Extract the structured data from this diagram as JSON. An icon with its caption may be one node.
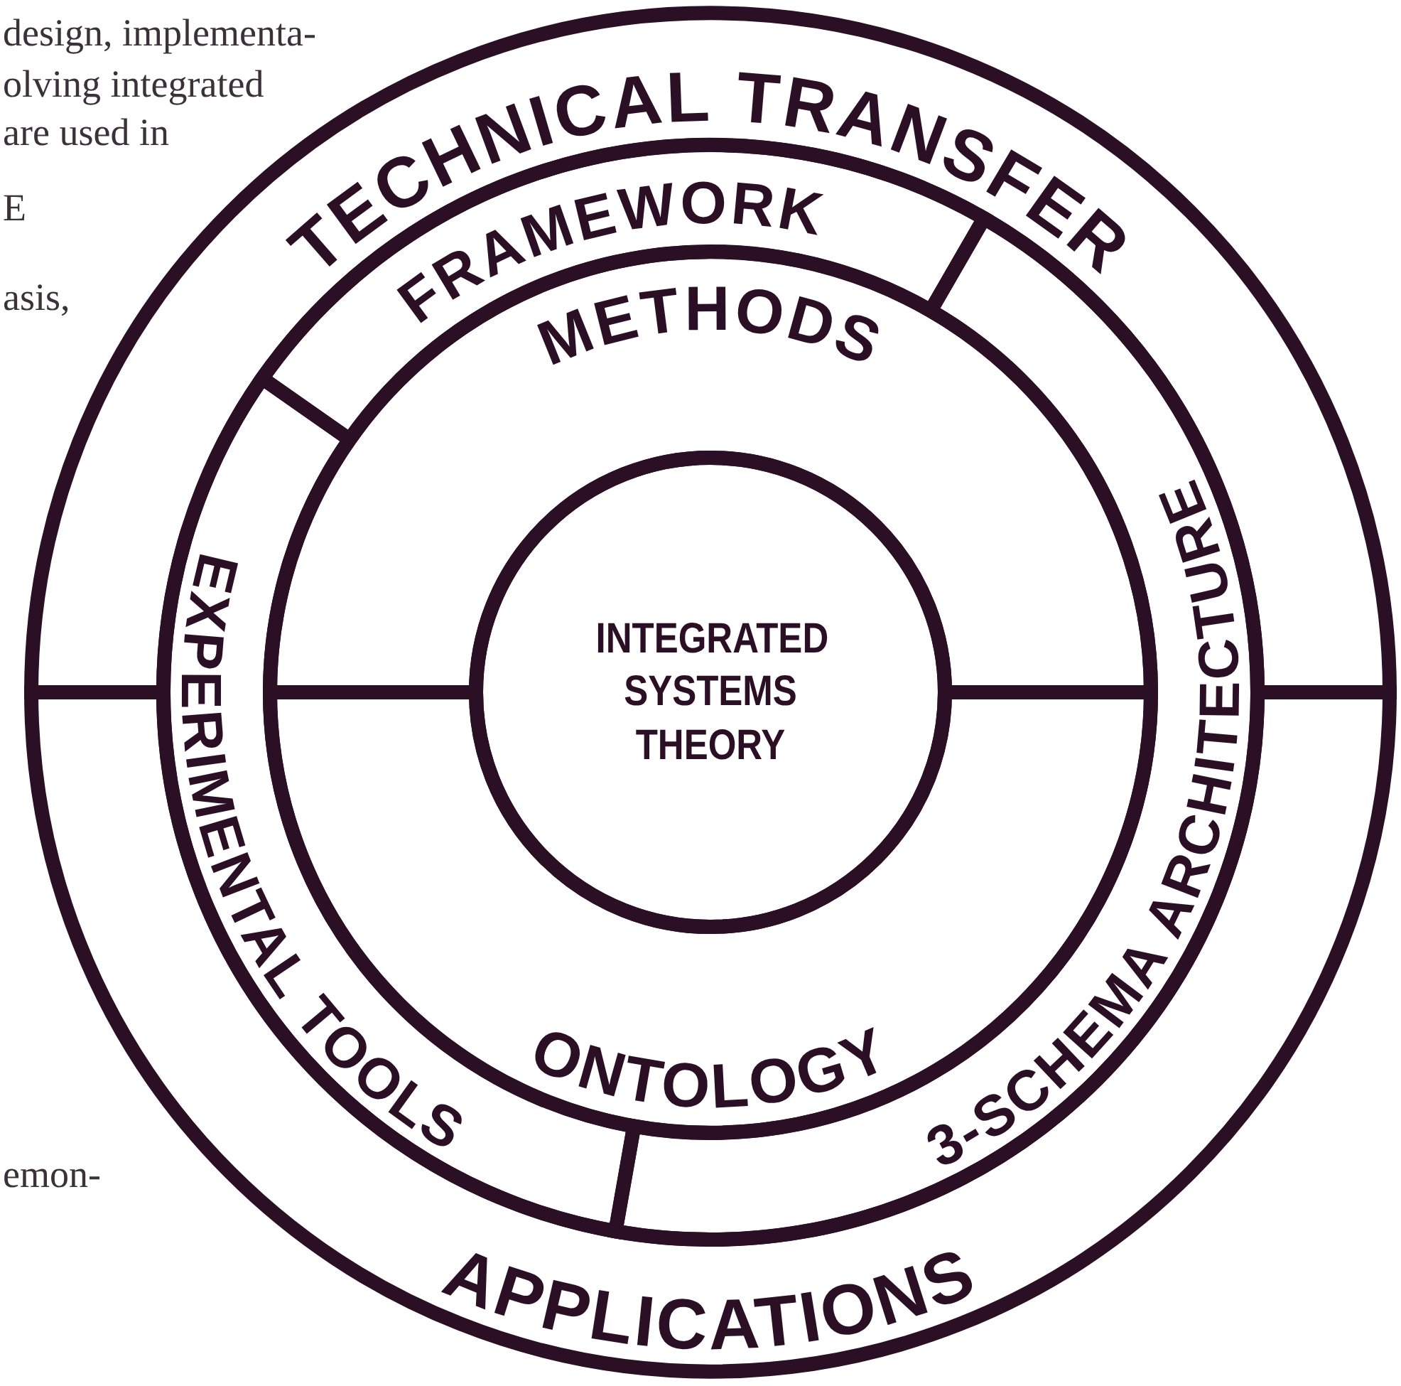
{
  "diagram": {
    "nodes": [
      {
        "text": [
          "TECHNICAL TRANSFER"
        ]
      },
      {
        "text": [
          "FRAMEWORK"
        ]
      },
      {
        "text": [
          "3-SCHEMA ARCHITECTURE"
        ]
      },
      {
        "text": [
          "EXPERIMENTAL TOOLS"
        ]
      },
      {
        "text": [
          "METHODS"
        ]
      },
      {
        "text": [
          "INTEGRATED SYSTEMS THEORY"
        ]
      },
      {
        "text": [
          "ONTOLOGY"
        ]
      },
      {
        "text": [
          "APPLICATIONS"
        ]
      }
    ],
    "labels": [
      "design, implementa-",
      "olving integrated",
      "are used in",
      "E",
      "asis,",
      "emon-"
    ]
  }
}
